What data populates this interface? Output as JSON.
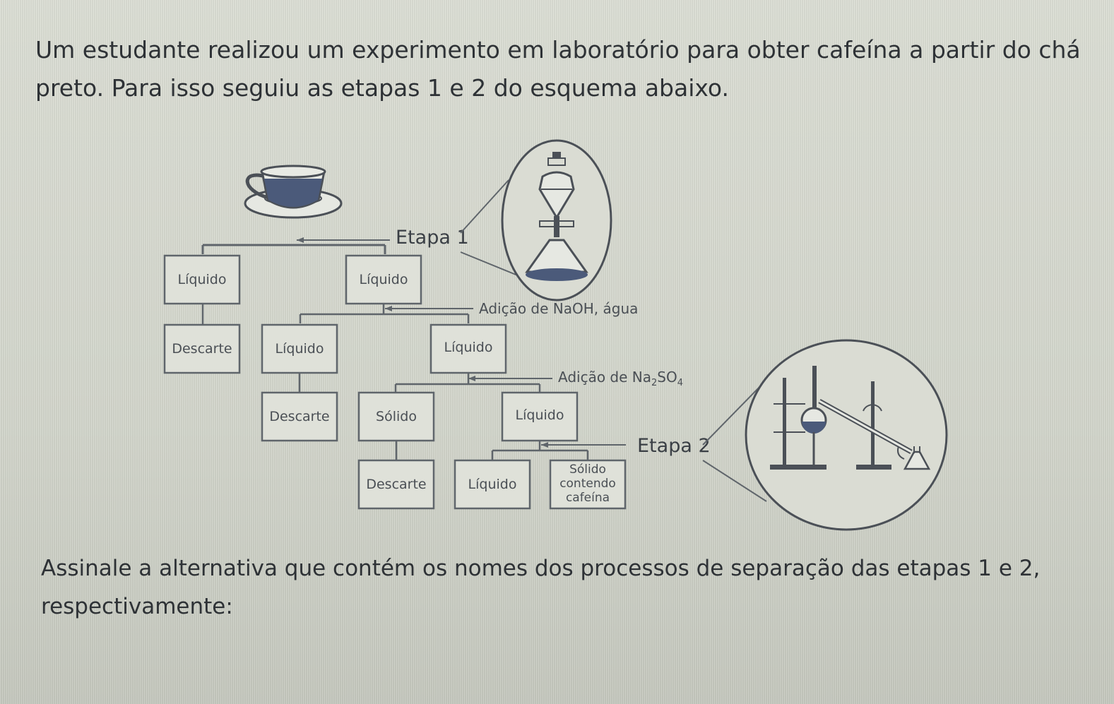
{
  "question": {
    "intro": "Um estudante realizou um experimento em laboratório para obter cafeína a partir do chá preto. Para isso seguiu as etapas 1 e 2 do esquema abaixo.",
    "prompt": "Assinale a alternativa que contém os nomes dos processos de separação das etapas 1 e 2, respectivamente:"
  },
  "scheme": {
    "step1_label": "Etapa 1",
    "step2_label": "Etapa 2",
    "addition_naoh": "Adição de NaOH, água",
    "addition_na2so4_prefix": "Adição de Na",
    "addition_na2so4_sub1": "2",
    "addition_na2so4_mid": "SO",
    "addition_na2so4_sub2": "4",
    "boxes": {
      "r1_left": "Líquido",
      "r1_right": "Líquido",
      "r2_descarte": "Descarte",
      "r2_liquido_a": "Líquido",
      "r2_liquido_b": "Líquido",
      "r3_descarte": "Descarte",
      "r3_solido": "Sólido",
      "r3_liquido": "Líquido",
      "r4_descarte": "Descarte",
      "r4_liquido": "Líquido",
      "r4_solido_line1": "Sólido",
      "r4_solido_line2": "contendo",
      "r4_solido_line3": "cafeína"
    },
    "icons": {
      "tea": "teacup-icon",
      "funnel": "separatory-funnel-icon",
      "distillation": "distillation-apparatus-icon"
    },
    "colors": {
      "liquid": "#4b5a7a",
      "line": "#5f656b"
    }
  }
}
